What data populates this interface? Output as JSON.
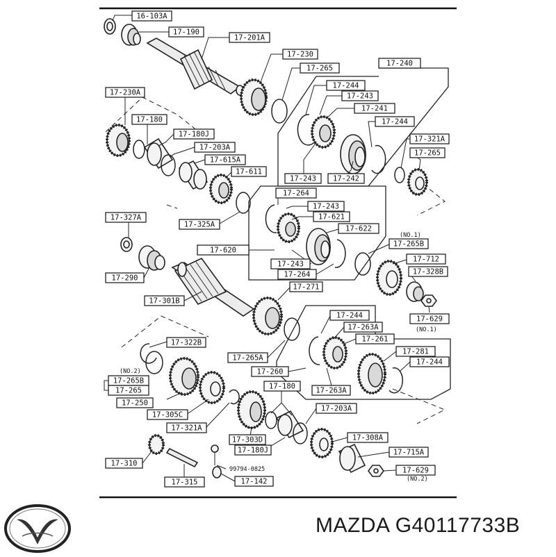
{
  "brand": {
    "name": "MAZDA",
    "part_number": "G40117733B",
    "logo_icon": "mazda-logo-icon"
  },
  "callouts": {
    "c_16_103A": "16-103A",
    "c_17_190": "17-190",
    "c_17_201A": "17-201A",
    "c_17_230": "17-230",
    "c_17_265_a": "17-265",
    "c_17_240": "17-240",
    "c_17_244_a": "17-244",
    "c_17_243_a": "17-243",
    "c_17_241": "17-241",
    "c_17_244_b": "17-244",
    "c_17_321A_a": "17-321A",
    "c_17_265_b": "17-265",
    "c_17_243_b": "17-243",
    "c_17_242": "17-242",
    "c_17_230A": "17-230A",
    "c_17_180_a": "17-180",
    "c_17_180J_a": "17-180J",
    "c_17_203A_a": "17-203A",
    "c_17_615A": "17-615A",
    "c_17_611": "17-611",
    "c_17_264_a": "17-264",
    "c_17_243_c": "17-243",
    "c_17_621": "17-621",
    "c_17_622": "17-622",
    "c_17_327A": "17-327A",
    "c_17_325A": "17-325A",
    "c_17_620": "17-620",
    "c_17_243_d": "17-243",
    "c_17_264_b": "17-264",
    "c_17_265B_a": "17-265B",
    "c_17_712": "17-712",
    "c_17_328B": "17-328B",
    "c_17_290": "17-290",
    "c_17_271": "17-271",
    "c_17_301B": "17-301B",
    "c_17_629_a": "17-629",
    "c_17_244_c": "17-244",
    "c_17_263A_a": "17-263A",
    "c_17_261": "17-261",
    "c_17_322B": "17-322B",
    "c_17_281": "17-281",
    "c_17_244_d": "17-244",
    "c_17_265A": "17-265A",
    "c_17_260": "17-260",
    "c_17_263A_b": "17-263A",
    "c_17_265B_b": "17-265B",
    "c_17_265_c": "17-265",
    "c_17_250": "17-250",
    "c_17_305C": "17-305C",
    "c_17_180_b": "17-180",
    "c_17_203A_b": "17-203A",
    "c_17_321A_b": "17-321A",
    "c_17_303D": "17-303D",
    "c_17_308A": "17-308A",
    "c_17_180J_b": "17-180J",
    "c_17_715A": "17-715A",
    "c_17_310": "17-310",
    "c_99794_0825": "99794-0825",
    "c_17_629_b": "17-629",
    "c_17_315": "17-315",
    "c_17_142": "17-142"
  },
  "notes": {
    "no1_top": "(NO.1)",
    "no1_bottom": "(NO.1)",
    "no2_left": "(NO.2)",
    "no2_bottom": "(NO.2)"
  }
}
